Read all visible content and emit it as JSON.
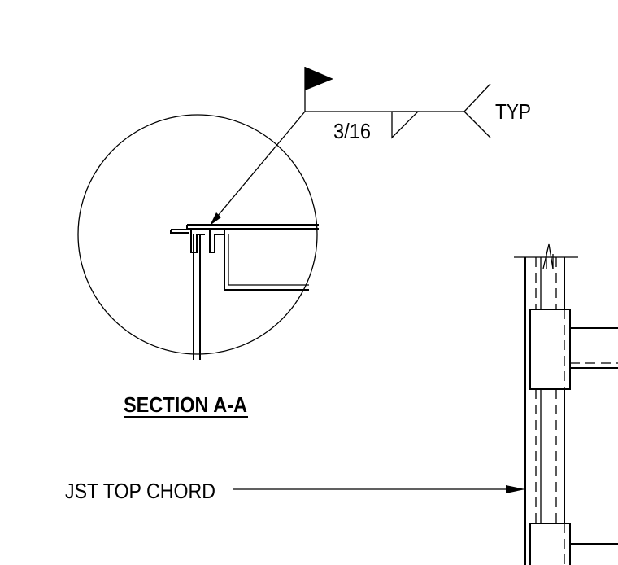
{
  "weld_symbol": {
    "size": "3/16",
    "tail_note": "TYP",
    "field_weld_flag": true,
    "weld_type": "fillet"
  },
  "detail": {
    "title": "SECTION A-A",
    "title_underlined": true
  },
  "callouts": {
    "joist": "JST TOP CHORD"
  }
}
